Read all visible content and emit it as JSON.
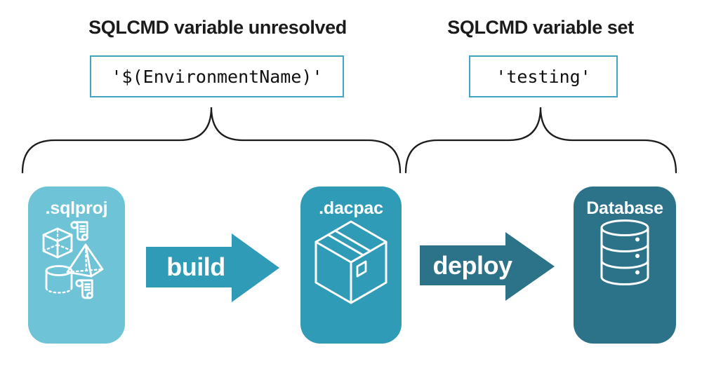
{
  "headings": {
    "left": "SQLCMD variable unresolved",
    "right": "SQLCMD variable set"
  },
  "code_samples": {
    "unresolved": "'$(EnvironmentName)'",
    "resolved": "'testing'"
  },
  "pipeline": {
    "source": {
      "label": ".sqlproj",
      "icon": "sql-objects-icon"
    },
    "build": {
      "label": "build"
    },
    "artifact": {
      "label": ".dacpac",
      "icon": "package-icon"
    },
    "deploy": {
      "label": "deploy"
    },
    "target": {
      "label": "Database",
      "icon": "database-icon"
    }
  },
  "icons": {
    "sql_objects": "cube, pyramid, cylinder and two script scrolls",
    "package": "3d-package-box-icon",
    "database": "stacked-cylinder-database-icon",
    "braces": "upward-pointing curly braces"
  },
  "colors": {
    "sqlproj_bg": "#6ec3d7",
    "dacpac_bg": "#2f9bb7",
    "database_bg": "#2c7389",
    "build_arrow": "#2f9bb7",
    "deploy_arrow": "#2c7389",
    "code_border": "#41a5c2",
    "heading_text": "#1b1b1b",
    "icon_stroke": "#ffffff"
  }
}
